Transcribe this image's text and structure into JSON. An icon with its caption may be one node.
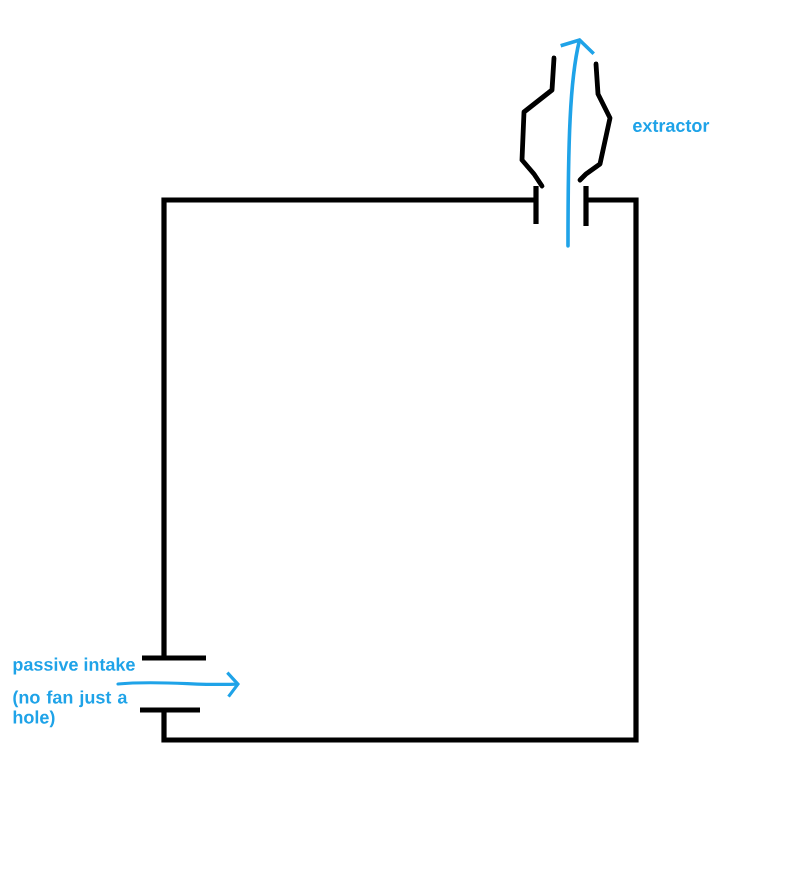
{
  "diagram": {
    "labels": [
      "extractor",
      "passive intake",
      "(no fan just a hole)"
    ]
  }
}
